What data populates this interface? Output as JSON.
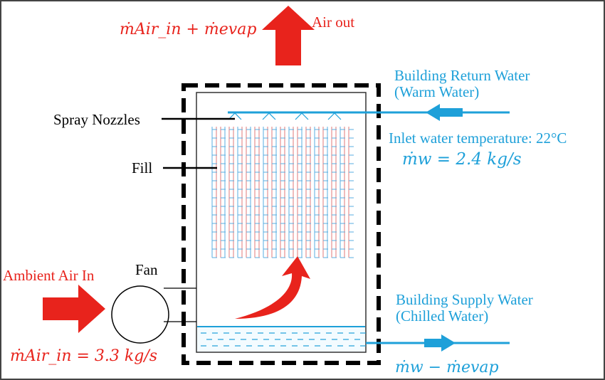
{
  "labels": {
    "air_out": "Air out",
    "air_out_formula": "ṁAir_in + ṁevap",
    "return_water_line1": "Building Return Water",
    "return_water_line2": "(Warm Water)",
    "spray_nozzles": "Spray Nozzles",
    "fill": "Fill",
    "inlet_temp": "Inlet water temperature: 22°C",
    "mw_formula": "ṁw = 2.4 kg/s",
    "fan": "Fan",
    "ambient_air_in": "Ambient Air In",
    "mair_formula": "ṁAir_in = 3.3 kg/s",
    "supply_water_line1": "Building Supply Water",
    "supply_water_line2": "(Chilled Water)",
    "outlet_formula": "ṁw − ṁevap"
  },
  "colors": {
    "air": "#e8231c",
    "water": "#1ea0d9",
    "fill_red": "#e07a7a",
    "fill_blue": "#5aaee0",
    "outline": "#000000"
  }
}
